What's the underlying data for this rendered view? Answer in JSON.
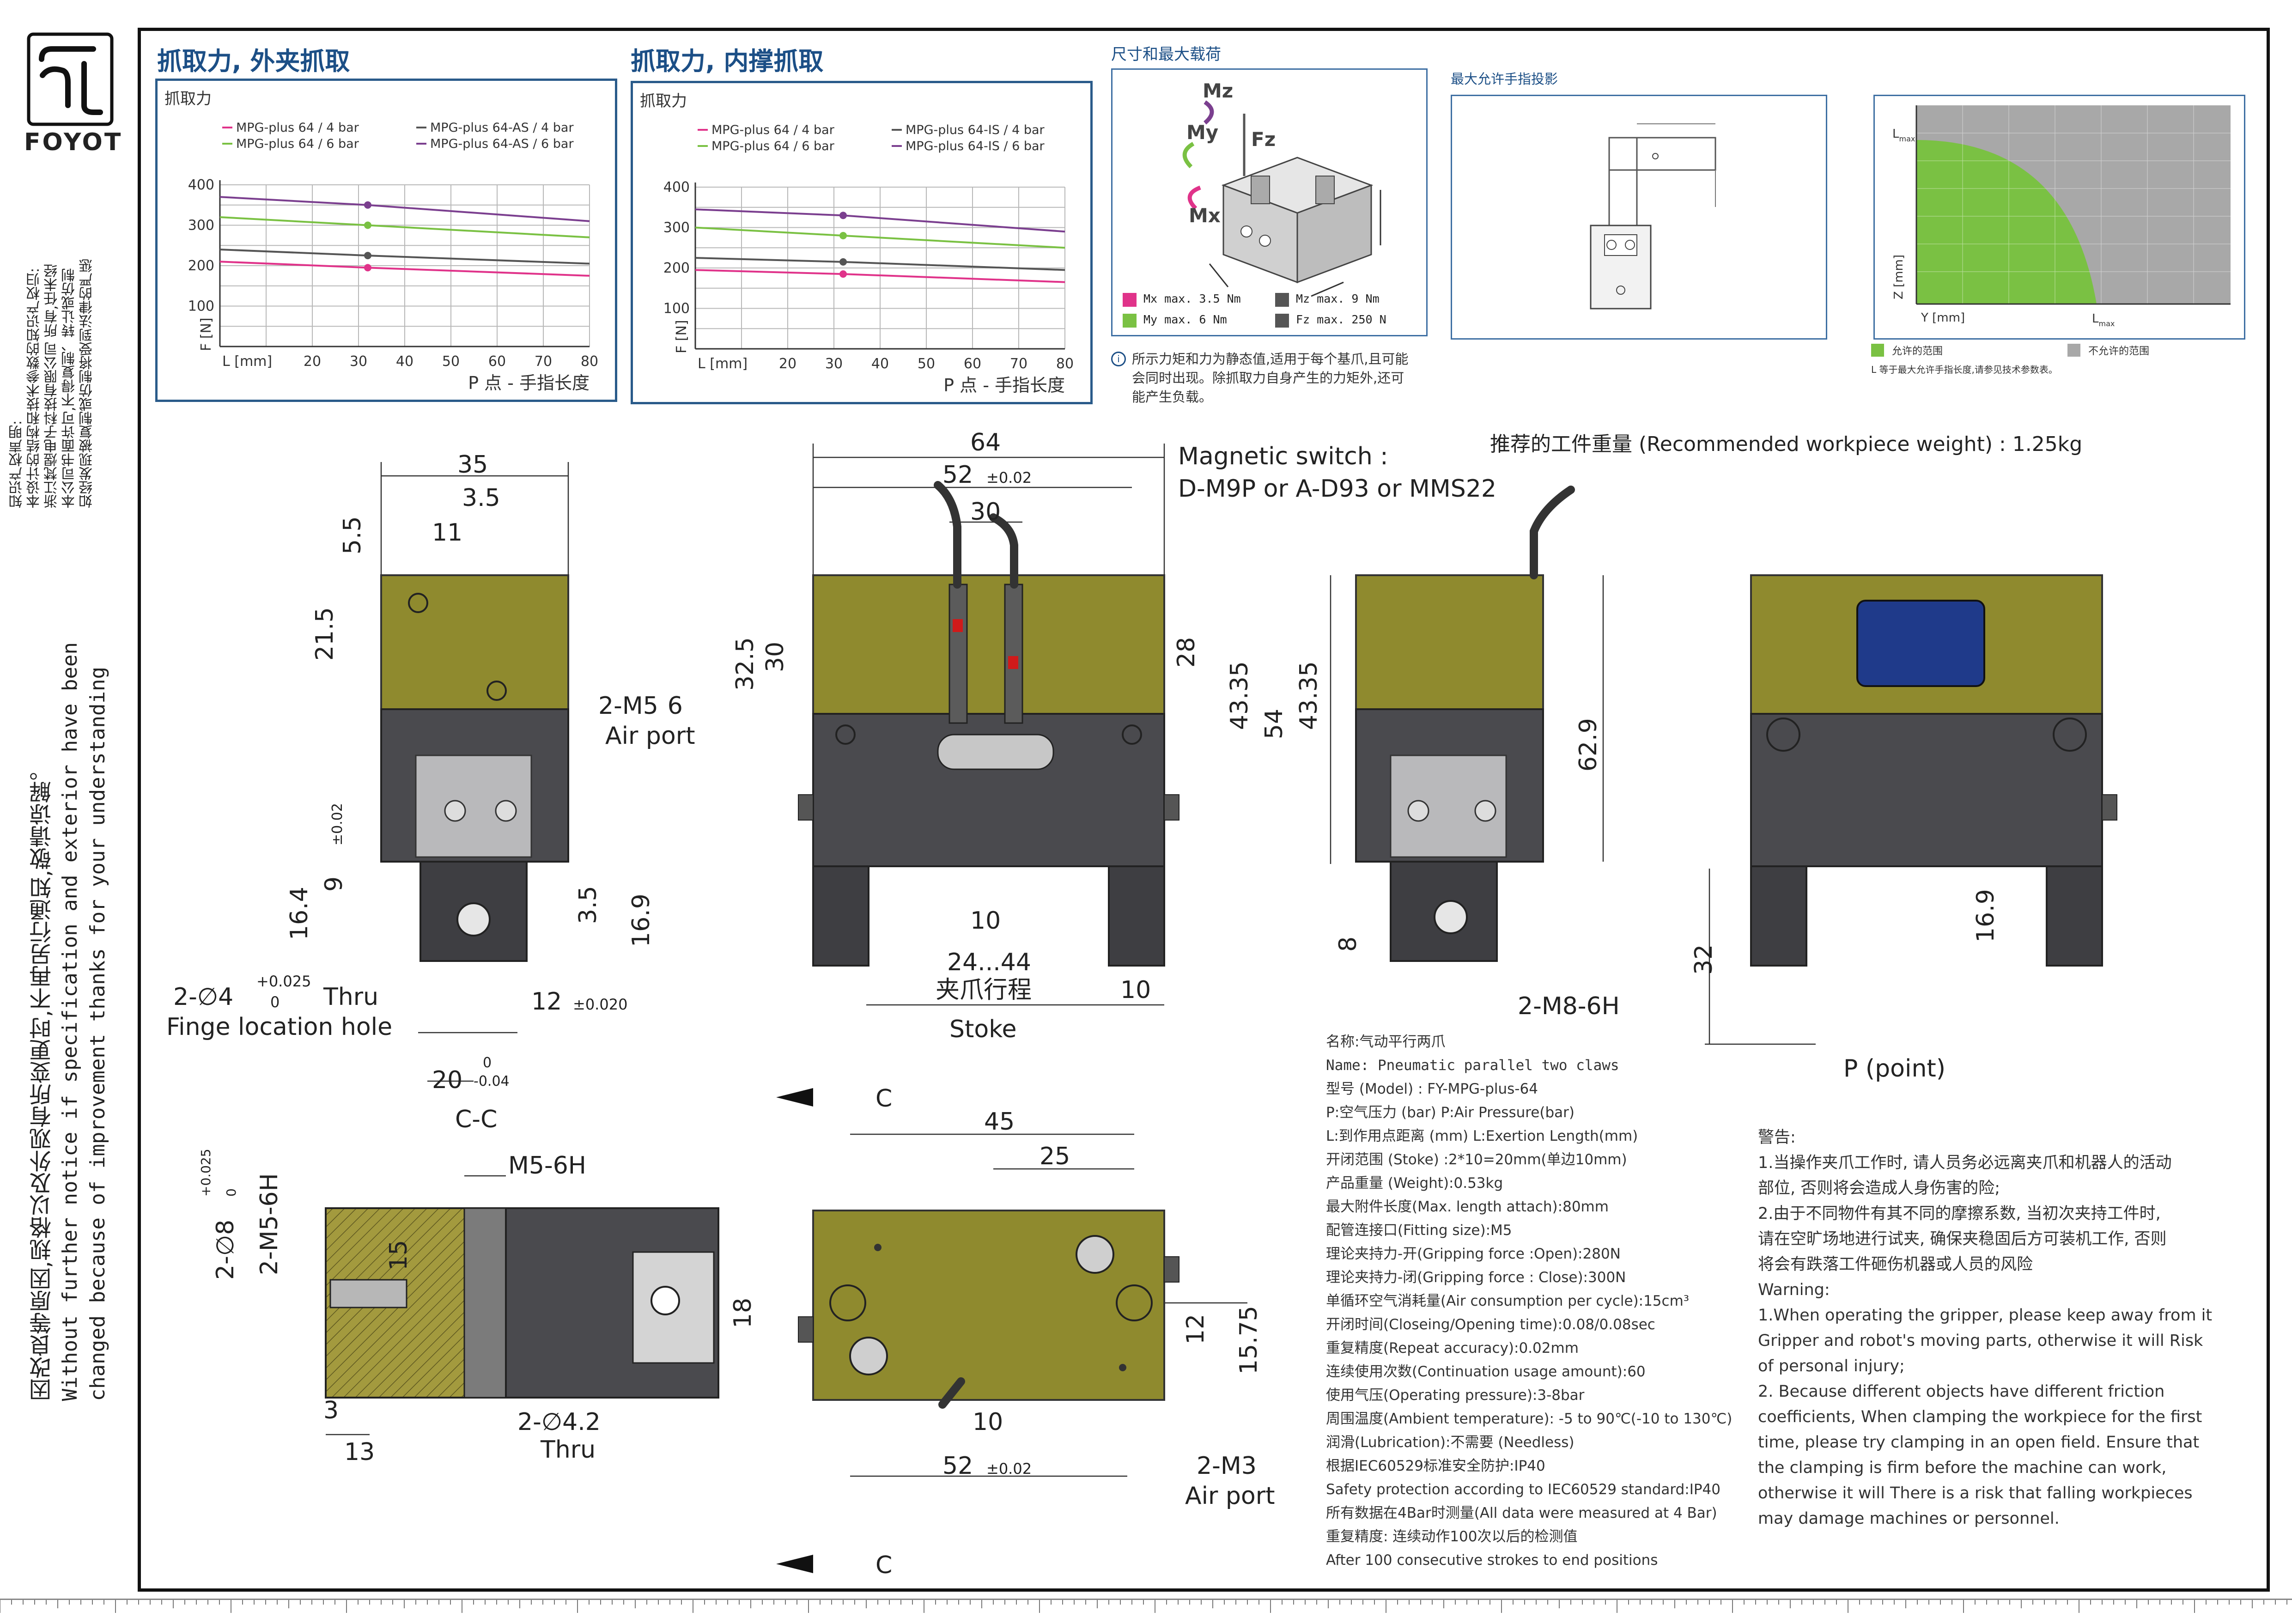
{
  "logo": {
    "brand": "FOYOT"
  },
  "left_notice": {
    "ip_lines": [
      "知识产权声明:",
      "本设计的结构和技术参数的知识产权归:",
      "浙江梵煜电子科技有限公司 所有,任未经",
      "本公司书面许可,不得复制、转让或仿制",
      "如经发现被复制或仿制将受到法律的严惩"
    ],
    "cn_notice": "因改良等原因,规格以及外观有所变更时,不再另行通知,敬请谅解。",
    "en_notice_1": "Without further  notice if specification and exterior have been",
    "en_notice_2": "changed because of improvement thanks for your understanding"
  },
  "charts": {
    "outer": {
      "title": "抓取力, 外夹抓取",
      "ylabel_top": "抓取力",
      "legend": [
        "MPG-plus 64 / 4 bar",
        "MPG-plus 64-AS / 4 bar",
        "MPG-plus 64 / 6 bar",
        "MPG-plus 64-AS / 6 bar"
      ],
      "yaxis_label": "F [N]",
      "xaxis_label": "L [mm]",
      "xaxis_caption": "P 点 - 手指长度"
    },
    "inner": {
      "title": "抓取力, 内撑抓取",
      "ylabel_top": "抓取力",
      "legend": [
        "MPG-plus 64 / 4 bar",
        "MPG-plus 64-IS / 4 bar",
        "MPG-plus 64 / 6 bar",
        "MPG-plus 64-IS / 6 bar"
      ],
      "yaxis_label": "F [N]",
      "xaxis_label": "L [mm]",
      "xaxis_caption": "P 点 - 手指长度"
    },
    "load_limits": {
      "x_max_label": "L",
      "x_max_sub": "max",
      "y_max_label": "L",
      "y_max_sub": "max",
      "yaxis_label": "Z [mm]",
      "xaxis_label": "Y [mm]",
      "legend_allowed": "允许的范围",
      "legend_not_allowed": "不允许的范围",
      "footnote": "L    等于最大允许手指长度,请参见技术参数表。",
      "footnote_sub": "max",
      "colors": {
        "allowed": "#7ac143",
        "not_allowed": "#a8a8a8"
      }
    }
  },
  "chart_data": [
    {
      "type": "line",
      "title": "抓取力, 外夹抓取",
      "xlabel": "L [mm]",
      "ylabel": "F [N]",
      "xlim": [
        0,
        80
      ],
      "ylim": [
        0,
        400
      ],
      "x_ticks": [
        20,
        30,
        40,
        50,
        60,
        70,
        80
      ],
      "y_ticks": [
        100,
        200,
        300,
        400
      ],
      "x": [
        0,
        32,
        80
      ],
      "series": [
        {
          "name": "MPG-plus 64 / 4 bar",
          "color": "#e0338a",
          "values": [
            210,
            195,
            175
          ]
        },
        {
          "name": "MPG-plus 64-AS / 4 bar",
          "color": "#555555",
          "values": [
            240,
            225,
            205
          ]
        },
        {
          "name": "MPG-plus 64 / 6 bar",
          "color": "#7ac143",
          "values": [
            320,
            300,
            270
          ]
        },
        {
          "name": "MPG-plus 64-AS / 6 bar",
          "color": "#7b3f8f",
          "values": [
            370,
            350,
            310
          ]
        }
      ]
    },
    {
      "type": "line",
      "title": "抓取力, 内撑抓取",
      "xlabel": "L [mm]",
      "ylabel": "F [N]",
      "xlim": [
        0,
        80
      ],
      "ylim": [
        0,
        400
      ],
      "x_ticks": [
        20,
        30,
        40,
        50,
        60,
        70,
        80
      ],
      "y_ticks": [
        100,
        200,
        300,
        400
      ],
      "x": [
        0,
        32,
        80
      ],
      "series": [
        {
          "name": "MPG-plus 64 / 4 bar",
          "color": "#e0338a",
          "values": [
            195,
            185,
            165
          ]
        },
        {
          "name": "MPG-plus 64-IS / 4 bar",
          "color": "#555555",
          "values": [
            225,
            215,
            195
          ]
        },
        {
          "name": "MPG-plus 64 / 6 bar",
          "color": "#7ac143",
          "values": [
            300,
            280,
            250
          ]
        },
        {
          "name": "MPG-plus 64-IS / 6 bar",
          "color": "#7b3f8f",
          "values": [
            345,
            330,
            290
          ]
        }
      ]
    }
  ],
  "loads": {
    "title": "尺寸和最大载荷",
    "items": [
      {
        "color": "#e0338a",
        "text": "Mx max. 3.5 Nm"
      },
      {
        "color": "#555555",
        "text": "Mz max. 9 Nm"
      },
      {
        "color": "#7ac143",
        "text": "My max. 6 Nm"
      },
      {
        "color": "#555555",
        "text": "Fz max. 250 N"
      }
    ],
    "note_1": "所示力矩和力为静态值,适用于每个基爪,且可能",
    "note_2": "会同时出现。除抓取力自身产生的力矩外,还可",
    "note_3": "能产生负载。",
    "axis_mz": "Mz",
    "axis_my": "My",
    "axis_mx": "Mx",
    "axis_fz": "Fz"
  },
  "projection": {
    "title": "最大允许手指投影"
  },
  "recommended": "推荐的工件重量 (Recommended workpiece weight) : 1.25kg",
  "drawing": {
    "view_cc": "C-C",
    "air_port_left": "2-M5",
    "air_port_left_b": "6",
    "air_port_left_c": "Air port",
    "finger_hole_1": "2-∅4",
    "finger_hole_tol_top": "+0.025",
    "finger_hole_tol_bot": "0",
    "finger_hole_thru": "Thru",
    "finger_hole_2": "Finge location hole",
    "magnetic_1": "Magnetic switch  :",
    "magnetic_2": "D-M9P  or  A-D93  or  MMS22",
    "stroke_range": "24...44",
    "stroke_cn": "夹爪行程",
    "stroke_en": "Stoke",
    "m8": "2-M8-6H",
    "p_point": "P  (point)",
    "m5_6h": "M5-6H",
    "m5_6h_v": "2-M5-6H",
    "phi8": "2-∅8",
    "phi8_tol": "+0.025",
    "phi8_tol2": "0",
    "phi42": "2-∅4.2",
    "thru": "Thru",
    "m3": "2-M3",
    "air_port_r": "Air port",
    "section_c": "C",
    "d35": "35",
    "d3_5": "3.5",
    "d11": "11",
    "d5_5": "5.5",
    "d21_5": "21.5",
    "d9": "9",
    "d9_tol": "±0.02",
    "d16_4": "16.4",
    "d3_5b": "3.5",
    "d16_9": "16.9",
    "d12": "12",
    "d12_tol": "±0.020",
    "d20": "20",
    "d20_tol_a": "0",
    "d20_tol_b": "-0.04",
    "d64": "64",
    "d52": "52",
    "d52_tol": "±0.02",
    "d30": "30",
    "d32_5": "32.5",
    "d30b": "30",
    "d28": "28",
    "d43_35": "43.35",
    "d54": "54",
    "d43_35b": "43.35",
    "d62_9": "62.9",
    "d8": "8",
    "d10": "10",
    "d10b": "10",
    "d32": "32",
    "d16_9b": "16.9",
    "d45": "45",
    "d25": "25",
    "d18": "18",
    "d12b": "12",
    "d15_75": "15.75",
    "d10c": "10",
    "d52b": "52",
    "d52b_tol": "±0.02",
    "d15": "15",
    "d3": "3",
    "d13": "13"
  },
  "specs": [
    "名称:气动平行两爪",
    "Name: Pneumatic parallel two claws",
    "型号 (Model) : FY-MPG-plus-64",
    "P:空气压力 (bar) P:Air Pressure(bar)",
    "L:到作用点距离 (mm) L:Exertion Length(mm)",
    "开闭范围 (Stoke) :2*10=20mm(单边10mm)",
    "产品重量 (Weight):0.53kg",
    "最大附件长度(Max. length attach):80mm",
    "配管连接口(Fitting size):M5",
    "理论夹持力-开(Gripping force :Open):280N",
    "理论夹持力-闭(Gripping force : Close):300N",
    "单循环空气消耗量(Air consumption per cycle):15cm³",
    "开闭时间(Closeing/Opening time):0.08/0.08sec",
    "重复精度(Repeat accuracy):0.02mm",
    "连续使用次数(Continuation usage amount):60",
    "使用气压(Operating pressure):3-8bar",
    "周围温度(Ambient temperature): -5 to 90℃(-10 to 130℃)",
    "润滑(Lubrication):不需要 (Needless)",
    "根据IEC60529标准安全防护:IP40",
    "Safety protection according to IEC60529 standard:IP40",
    "所有数据在4Bar时测量(All data were measured at 4 Bar)",
    "重复精度: 连续动作100次以后的检测值",
    "After 100 consecutive strokes to end positions"
  ],
  "warnings": [
    "警告:",
    "1.当操作夹爪工作时, 请人员务必远离夹爪和机器人的活动",
    "部位, 否则将会造成人身伤害的险;",
    "2.由于不同物件有其不同的摩擦系数, 当初次夹持工件时,",
    "请在空旷场地进行试夹, 确保夹稳固后方可装机工作, 否则",
    "将会有跌落工件砸伤机器或人员的风险",
    "Warning:",
    "1.When operating the gripper, please keep away from it",
    "Gripper and robot's moving parts, otherwise it will Risk",
    "of personal injury;",
    "2. Because different objects have different friction",
    "coefficients, When clamping the workpiece for the first",
    "time, please try clamping in an open field. Ensure that",
    "the clamping is firm before the machine can work,",
    "otherwise it will There is a risk that falling workpieces",
    "may damage machines or personnel."
  ]
}
